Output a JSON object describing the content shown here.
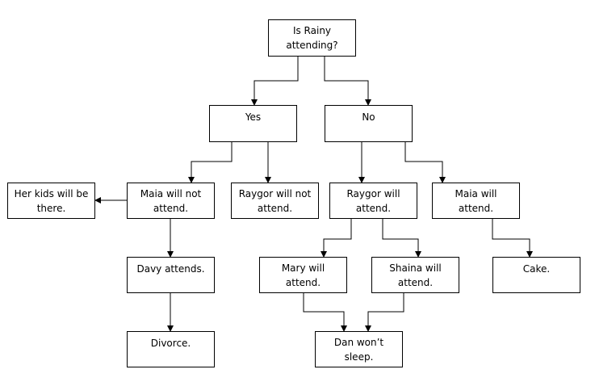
{
  "diagram": {
    "nodes": [
      {
        "id": "rainy",
        "label": "Is Rainy\nattending?"
      },
      {
        "id": "yes",
        "label": "Yes"
      },
      {
        "id": "no",
        "label": "No"
      },
      {
        "id": "kids",
        "label": "Her kids will be\nthere."
      },
      {
        "id": "maia_not",
        "label": "Maia will not\nattend."
      },
      {
        "id": "raygor_not",
        "label": "Raygor will not\nattend."
      },
      {
        "id": "raygor_will",
        "label": "Raygor will\nattend."
      },
      {
        "id": "maia_will",
        "label": "Maia will\nattend."
      },
      {
        "id": "davy",
        "label": "Davy attends."
      },
      {
        "id": "mary",
        "label": "Mary will\nattend."
      },
      {
        "id": "shaina",
        "label": "Shaina will\nattend."
      },
      {
        "id": "cake",
        "label": "Cake."
      },
      {
        "id": "divorce",
        "label": "Divorce."
      },
      {
        "id": "dan",
        "label": "Dan won’t\nsleep."
      }
    ],
    "edges": [
      {
        "from": "rainy",
        "to": "yes"
      },
      {
        "from": "rainy",
        "to": "no"
      },
      {
        "from": "yes",
        "to": "maia_not"
      },
      {
        "from": "yes",
        "to": "raygor_not"
      },
      {
        "from": "maia_not",
        "to": "kids"
      },
      {
        "from": "maia_not",
        "to": "davy"
      },
      {
        "from": "no",
        "to": "raygor_will"
      },
      {
        "from": "no",
        "to": "maia_will"
      },
      {
        "from": "raygor_will",
        "to": "mary"
      },
      {
        "from": "raygor_will",
        "to": "shaina"
      },
      {
        "from": "maia_will",
        "to": "cake"
      },
      {
        "from": "davy",
        "to": "divorce"
      },
      {
        "from": "mary",
        "to": "dan"
      },
      {
        "from": "shaina",
        "to": "dan"
      }
    ],
    "colors": {
      "line": "#000000",
      "box_border": "#000000",
      "background": "#ffffff"
    }
  }
}
